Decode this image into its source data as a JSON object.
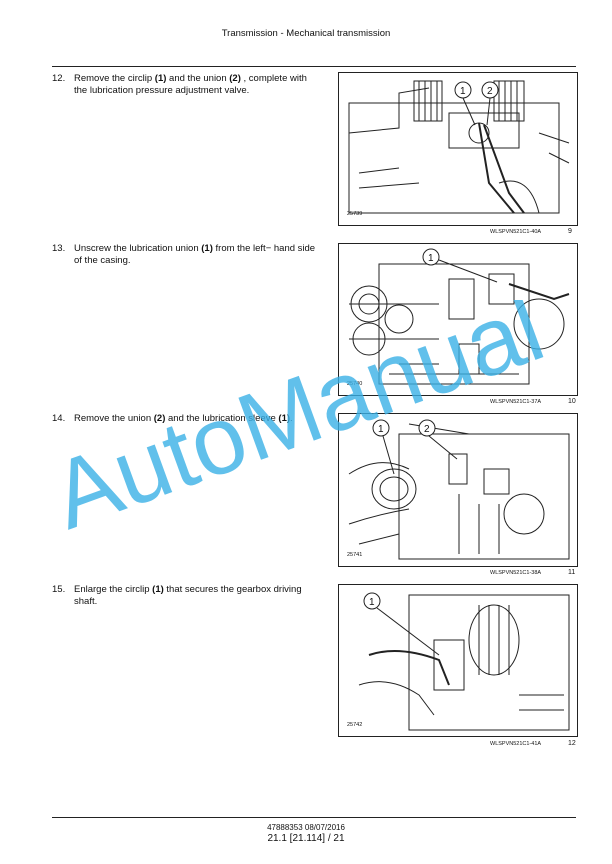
{
  "header": {
    "title": "Transmission - Mechanical transmission"
  },
  "steps": [
    {
      "num": "12.",
      "pre": "Remove the circlip ",
      "b1": "(1)",
      "mid": " and the union ",
      "b2": "(2)",
      "post": " , complete with the lubrication pressure adjustment valve."
    },
    {
      "num": "13.",
      "pre": "Unscrew the lubrication union ",
      "b1": "(1)",
      "post": " from the left− hand side of the casing."
    },
    {
      "num": "14.",
      "pre": "Remove the union ",
      "b1": "(2)",
      "mid": " and the lubrication sleeve ",
      "b2": "(1)",
      "post": "."
    },
    {
      "num": "15.",
      "pre": "Enlarge the circlip ",
      "b1": "(1)",
      "post": " that secures the gearbox driving shaft."
    }
  ],
  "figures": [
    {
      "photo_id": "25739",
      "caption": "WLSPVN521C1-40A",
      "number": "9",
      "callouts": [
        "1",
        "2"
      ]
    },
    {
      "photo_id": "25740",
      "caption": "WLSPVN521C1-37A",
      "number": "10",
      "callouts": [
        "1"
      ]
    },
    {
      "photo_id": "25741",
      "caption": "WLSPVN521C1-38A",
      "number": "11",
      "callouts": [
        "1",
        "2"
      ]
    },
    {
      "photo_id": "25742",
      "caption": "WLSPVN521C1-41A",
      "number": "12",
      "callouts": [
        "1"
      ]
    }
  ],
  "footer": {
    "doc_code": "47888353 08/07/2016",
    "page": "21.1 [21.114] / 21"
  },
  "watermark": {
    "text": "AutoManual",
    "color": "#3ab0e6"
  }
}
